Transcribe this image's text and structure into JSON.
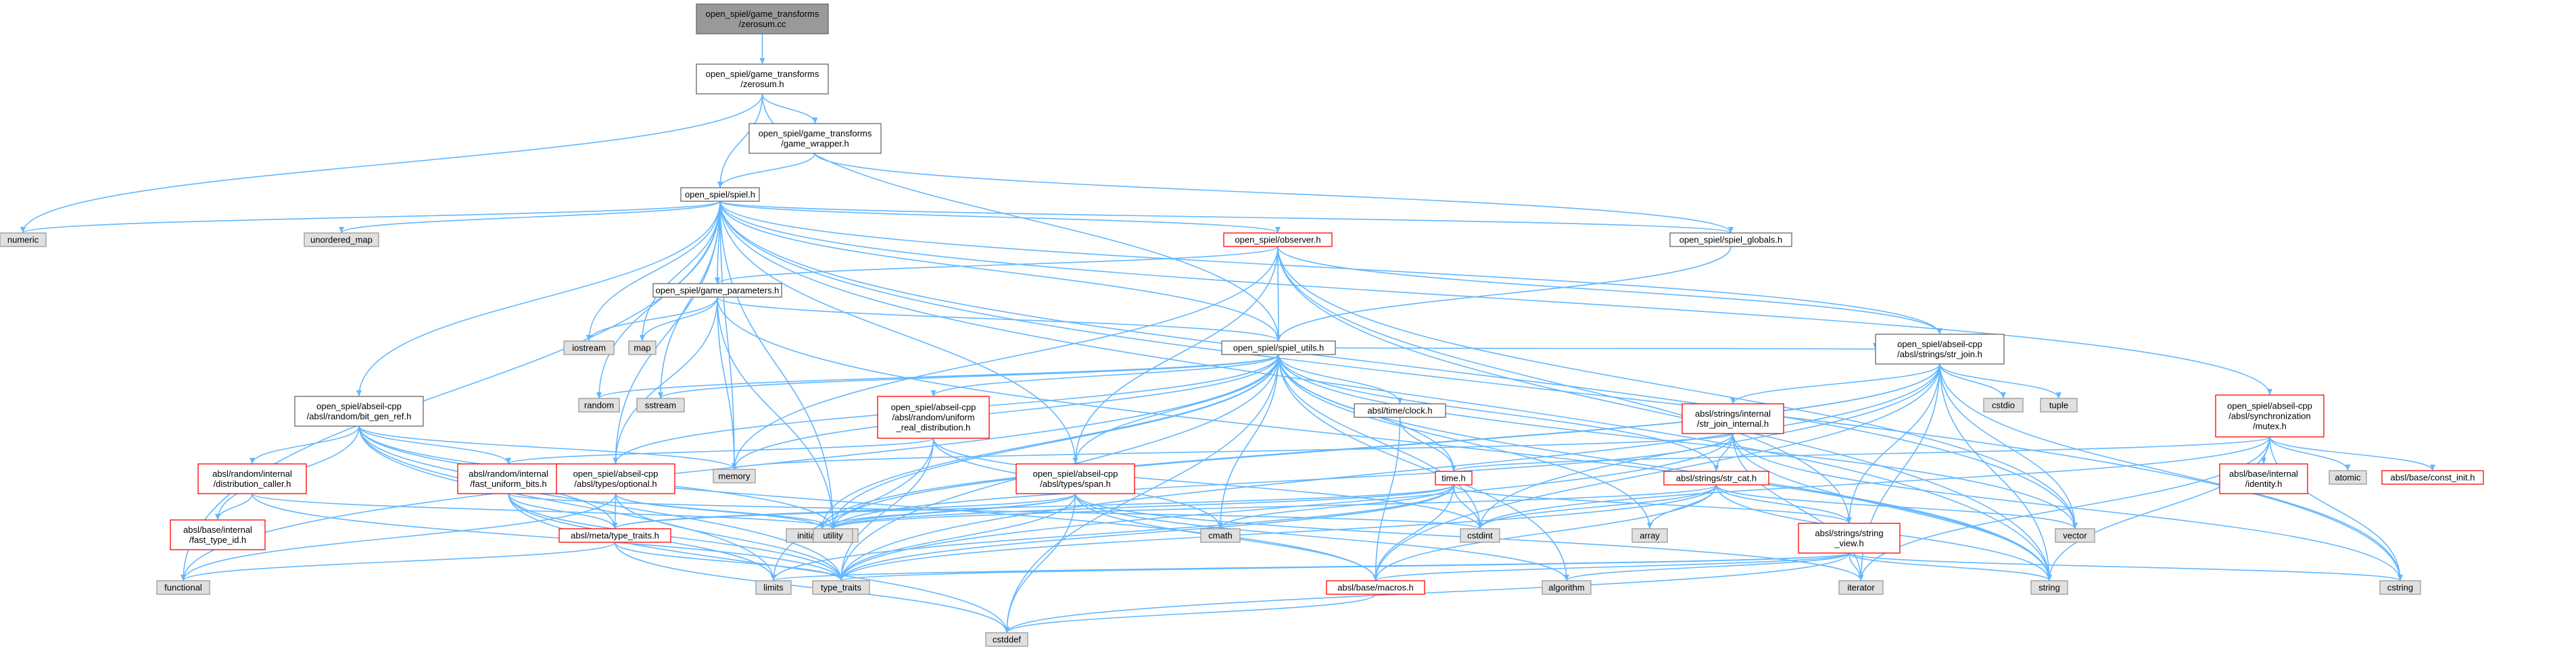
{
  "colors": {
    "edge": "#63b8ff",
    "root_fill": "#999999",
    "root_border": "#666666",
    "default_fill": "#ffffff",
    "default_border": "#666666",
    "system_fill": "#e0e0e0",
    "system_border": "#999999",
    "truncated_border": "#ff0000",
    "text": "#000000"
  },
  "nodes": {
    "zerosum_cc": {
      "lines": [
        "open_spiel/game_transforms",
        "/zerosum.cc"
      ],
      "kind": "root"
    },
    "zerosum_h": {
      "lines": [
        "open_spiel/game_transforms",
        "/zerosum.h"
      ],
      "kind": "default"
    },
    "game_wrapper_h": {
      "lines": [
        "open_spiel/game_transforms",
        "/game_wrapper.h"
      ],
      "kind": "default"
    },
    "spiel_h": {
      "lines": [
        "open_spiel/spiel.h"
      ],
      "kind": "default"
    },
    "numeric": {
      "lines": [
        "numeric"
      ],
      "kind": "system"
    },
    "unordered_map": {
      "lines": [
        "unordered_map"
      ],
      "kind": "system"
    },
    "observer_h": {
      "lines": [
        "open_spiel/observer.h"
      ],
      "kind": "truncated"
    },
    "spiel_globals_h": {
      "lines": [
        "open_spiel/spiel_globals.h"
      ],
      "kind": "default"
    },
    "game_parameters_h": {
      "lines": [
        "open_spiel/game_parameters.h"
      ],
      "kind": "default"
    },
    "iostream": {
      "lines": [
        "iostream"
      ],
      "kind": "system"
    },
    "map": {
      "lines": [
        "map"
      ],
      "kind": "system"
    },
    "spiel_utils_h": {
      "lines": [
        "open_spiel/spiel_utils.h"
      ],
      "kind": "default"
    },
    "str_join_h": {
      "lines": [
        "open_spiel/abseil-cpp",
        "/absl/strings/str_join.h"
      ],
      "kind": "default"
    },
    "mutex_h": {
      "lines": [
        "open_spiel/abseil-cpp",
        "/absl/synchronization",
        "/mutex.h"
      ],
      "kind": "truncated"
    },
    "bit_gen_ref_h": {
      "lines": [
        "open_spiel/abseil-cpp",
        "/absl/random/bit_gen_ref.h"
      ],
      "kind": "default"
    },
    "random": {
      "lines": [
        "random"
      ],
      "kind": "system"
    },
    "sstream": {
      "lines": [
        "sstream"
      ],
      "kind": "system"
    },
    "uniform_real_h": {
      "lines": [
        "open_spiel/abseil-cpp",
        "/absl/random/uniform",
        "_real_distribution.h"
      ],
      "kind": "truncated"
    },
    "clock_h": {
      "lines": [
        "absl/time/clock.h"
      ],
      "kind": "default"
    },
    "str_join_internal_h": {
      "lines": [
        "absl/strings/internal",
        "/str_join_internal.h"
      ],
      "kind": "truncated"
    },
    "cstdio": {
      "lines": [
        "cstdio"
      ],
      "kind": "system"
    },
    "tuple": {
      "lines": [
        "tuple"
      ],
      "kind": "system"
    },
    "distribution_caller_h": {
      "lines": [
        "absl/random/internal",
        "/distribution_caller.h"
      ],
      "kind": "truncated"
    },
    "fast_uniform_bits_h": {
      "lines": [
        "absl/random/internal",
        "/fast_uniform_bits.h"
      ],
      "kind": "truncated"
    },
    "optional_h": {
      "lines": [
        "open_spiel/abseil-cpp",
        "/absl/types/optional.h"
      ],
      "kind": "truncated"
    },
    "memory": {
      "lines": [
        "memory"
      ],
      "kind": "system"
    },
    "span_h": {
      "lines": [
        "open_spiel/abseil-cpp",
        "/absl/types/span.h"
      ],
      "kind": "truncated"
    },
    "time_h": {
      "lines": [
        "time.h"
      ],
      "kind": "truncated"
    },
    "str_cat_h": {
      "lines": [
        "absl/strings/str_cat.h"
      ],
      "kind": "truncated"
    },
    "identity_h": {
      "lines": [
        "absl/base/internal",
        "/identity.h"
      ],
      "kind": "truncated"
    },
    "atomic": {
      "lines": [
        "atomic"
      ],
      "kind": "system"
    },
    "const_init_h": {
      "lines": [
        "absl/base/const_init.h"
      ],
      "kind": "truncated"
    },
    "fast_type_id_h": {
      "lines": [
        "absl/base/internal",
        "/fast_type_id.h"
      ],
      "kind": "truncated"
    },
    "type_traits_h": {
      "lines": [
        "absl/meta/type_traits.h"
      ],
      "kind": "truncated"
    },
    "initializer_list": {
      "lines": [
        "initializer_list"
      ],
      "kind": "system"
    },
    "utility": {
      "lines": [
        "utility"
      ],
      "kind": "system"
    },
    "cmath": {
      "lines": [
        "cmath"
      ],
      "kind": "system"
    },
    "cstdint": {
      "lines": [
        "cstdint"
      ],
      "kind": "system"
    },
    "array": {
      "lines": [
        "array"
      ],
      "kind": "system"
    },
    "string_view_h": {
      "lines": [
        "absl/strings/string",
        "_view.h"
      ],
      "kind": "truncated"
    },
    "vector": {
      "lines": [
        "vector"
      ],
      "kind": "system"
    },
    "functional": {
      "lines": [
        "functional"
      ],
      "kind": "system"
    },
    "limits": {
      "lines": [
        "limits"
      ],
      "kind": "system"
    },
    "type_traits": {
      "lines": [
        "type_traits"
      ],
      "kind": "system"
    },
    "macros_h": {
      "lines": [
        "absl/base/macros.h"
      ],
      "kind": "truncated"
    },
    "algorithm": {
      "lines": [
        "algorithm"
      ],
      "kind": "system"
    },
    "iterator": {
      "lines": [
        "iterator"
      ],
      "kind": "system"
    },
    "string": {
      "lines": [
        "string"
      ],
      "kind": "system"
    },
    "cstring": {
      "lines": [
        "cstring"
      ],
      "kind": "system"
    },
    "cstddef": {
      "lines": [
        "cstddef"
      ],
      "kind": "system"
    }
  },
  "edges": [
    [
      "zerosum_cc",
      "zerosum_h"
    ],
    [
      "zerosum_h",
      "game_wrapper_h"
    ],
    [
      "zerosum_h",
      "spiel_h"
    ],
    [
      "zerosum_h",
      "numeric"
    ],
    [
      "zerosum_h",
      "spiel_utils_h"
    ],
    [
      "game_wrapper_h",
      "spiel_h"
    ],
    [
      "game_wrapper_h",
      "spiel_globals_h"
    ],
    [
      "spiel_h",
      "numeric"
    ],
    [
      "spiel_h",
      "unordered_map"
    ],
    [
      "spiel_h",
      "observer_h"
    ],
    [
      "spiel_h",
      "spiel_globals_h"
    ],
    [
      "spiel_h",
      "game_parameters_h"
    ],
    [
      "spiel_h",
      "iostream"
    ],
    [
      "spiel_h",
      "map"
    ],
    [
      "spiel_h",
      "spiel_utils_h"
    ],
    [
      "spiel_h",
      "str_join_h"
    ],
    [
      "spiel_h",
      "mutex_h"
    ],
    [
      "spiel_h",
      "bit_gen_ref_h"
    ],
    [
      "spiel_h",
      "random"
    ],
    [
      "spiel_h",
      "sstream"
    ],
    [
      "spiel_h",
      "optional_h"
    ],
    [
      "spiel_h",
      "memory"
    ],
    [
      "spiel_h",
      "span_h"
    ],
    [
      "spiel_h",
      "utility"
    ],
    [
      "spiel_h",
      "functional"
    ],
    [
      "spiel_h",
      "string"
    ],
    [
      "spiel_h",
      "vector"
    ],
    [
      "spiel_h",
      "cstring"
    ],
    [
      "observer_h",
      "game_parameters_h"
    ],
    [
      "observer_h",
      "spiel_utils_h"
    ],
    [
      "observer_h",
      "str_join_h"
    ],
    [
      "observer_h",
      "span_h"
    ],
    [
      "observer_h",
      "memory"
    ],
    [
      "observer_h",
      "string_view_h"
    ],
    [
      "observer_h",
      "vector"
    ],
    [
      "observer_h",
      "string"
    ],
    [
      "spiel_globals_h",
      "spiel_utils_h"
    ],
    [
      "game_parameters_h",
      "iostream"
    ],
    [
      "game_parameters_h",
      "map"
    ],
    [
      "game_parameters_h",
      "spiel_utils_h"
    ],
    [
      "game_parameters_h",
      "optional_h"
    ],
    [
      "game_parameters_h",
      "memory"
    ],
    [
      "game_parameters_h",
      "utility"
    ],
    [
      "game_parameters_h",
      "string"
    ],
    [
      "spiel_utils_h",
      "random"
    ],
    [
      "spiel_utils_h",
      "sstream"
    ],
    [
      "spiel_utils_h",
      "uniform_real_h"
    ],
    [
      "spiel_utils_h",
      "clock_h"
    ],
    [
      "spiel_utils_h",
      "str_join_h"
    ],
    [
      "spiel_utils_h",
      "optional_h"
    ],
    [
      "spiel_utils_h",
      "span_h"
    ],
    [
      "spiel_utils_h",
      "str_cat_h"
    ],
    [
      "spiel_utils_h",
      "time_h"
    ],
    [
      "spiel_utils_h",
      "cmath"
    ],
    [
      "spiel_utils_h",
      "cstdint"
    ],
    [
      "spiel_utils_h",
      "array"
    ],
    [
      "spiel_utils_h",
      "utility"
    ],
    [
      "spiel_utils_h",
      "memory"
    ],
    [
      "spiel_utils_h",
      "algorithm"
    ],
    [
      "spiel_utils_h",
      "cstddef"
    ],
    [
      "spiel_utils_h",
      "functional"
    ],
    [
      "spiel_utils_h",
      "string"
    ],
    [
      "spiel_utils_h",
      "vector"
    ],
    [
      "spiel_utils_h",
      "type_traits"
    ],
    [
      "spiel_utils_h",
      "initializer_list"
    ],
    [
      "str_join_h",
      "str_join_internal_h"
    ],
    [
      "str_join_h",
      "cstdio"
    ],
    [
      "str_join_h",
      "tuple"
    ],
    [
      "str_join_h",
      "string_view_h"
    ],
    [
      "str_join_h",
      "macros_h"
    ],
    [
      "str_join_h",
      "cstdint"
    ],
    [
      "str_join_h",
      "iterator"
    ],
    [
      "str_join_h",
      "string"
    ],
    [
      "str_join_h",
      "vector"
    ],
    [
      "str_join_h",
      "type_traits"
    ],
    [
      "str_join_h",
      "utility"
    ],
    [
      "str_join_h",
      "initializer_list"
    ],
    [
      "str_join_h",
      "cstring"
    ],
    [
      "mutex_h",
      "identity_h"
    ],
    [
      "mutex_h",
      "atomic"
    ],
    [
      "mutex_h",
      "const_init_h"
    ],
    [
      "mutex_h",
      "time_h"
    ],
    [
      "mutex_h",
      "cstdint"
    ],
    [
      "mutex_h",
      "iterator"
    ],
    [
      "mutex_h",
      "string"
    ],
    [
      "mutex_h",
      "cstring"
    ],
    [
      "bit_gen_ref_h",
      "distribution_caller_h"
    ],
    [
      "bit_gen_ref_h",
      "fast_uniform_bits_h"
    ],
    [
      "bit_gen_ref_h",
      "type_traits_h"
    ],
    [
      "bit_gen_ref_h",
      "fast_type_id_h"
    ],
    [
      "bit_gen_ref_h",
      "limits"
    ],
    [
      "bit_gen_ref_h",
      "memory"
    ],
    [
      "bit_gen_ref_h",
      "type_traits"
    ],
    [
      "bit_gen_ref_h",
      "utility"
    ],
    [
      "bit_gen_ref_h",
      "macros_h"
    ],
    [
      "uniform_real_h",
      "fast_uniform_bits_h"
    ],
    [
      "uniform_real_h",
      "cmath"
    ],
    [
      "uniform_real_h",
      "cstdint"
    ],
    [
      "uniform_real_h",
      "limits"
    ],
    [
      "uniform_real_h",
      "type_traits"
    ],
    [
      "clock_h",
      "time_h"
    ],
    [
      "clock_h",
      "macros_h"
    ],
    [
      "str_join_internal_h",
      "str_cat_h"
    ],
    [
      "str_join_internal_h",
      "memory"
    ],
    [
      "str_join_internal_h",
      "iterator"
    ],
    [
      "str_join_internal_h",
      "string"
    ],
    [
      "str_join_internal_h",
      "type_traits"
    ],
    [
      "str_join_internal_h",
      "utility"
    ],
    [
      "str_join_internal_h",
      "cstring"
    ],
    [
      "distribution_caller_h",
      "fast_type_id_h"
    ],
    [
      "distribution_caller_h",
      "type_traits"
    ],
    [
      "distribution_caller_h",
      "utility"
    ],
    [
      "fast_uniform_bits_h",
      "type_traits_h"
    ],
    [
      "fast_uniform_bits_h",
      "cstddef"
    ],
    [
      "fast_uniform_bits_h",
      "cstdint"
    ],
    [
      "fast_uniform_bits_h",
      "limits"
    ],
    [
      "fast_uniform_bits_h",
      "type_traits"
    ],
    [
      "optional_h",
      "type_traits_h"
    ],
    [
      "optional_h",
      "functional"
    ],
    [
      "optional_h",
      "initializer_list"
    ],
    [
      "optional_h",
      "type_traits"
    ],
    [
      "optional_h",
      "utility"
    ],
    [
      "span_h",
      "type_traits_h"
    ],
    [
      "span_h",
      "macros_h"
    ],
    [
      "span_h",
      "algorithm"
    ],
    [
      "span_h",
      "cstddef"
    ],
    [
      "span_h",
      "initializer_list"
    ],
    [
      "span_h",
      "iterator"
    ],
    [
      "span_h",
      "type_traits"
    ],
    [
      "span_h",
      "utility"
    ],
    [
      "time_h",
      "cmath"
    ],
    [
      "time_h",
      "cstdint"
    ],
    [
      "time_h",
      "string_view_h"
    ],
    [
      "time_h",
      "macros_h"
    ],
    [
      "time_h",
      "type_traits_h"
    ],
    [
      "time_h",
      "utility"
    ],
    [
      "time_h",
      "limits"
    ],
    [
      "time_h",
      "type_traits"
    ],
    [
      "str_cat_h",
      "string_view_h"
    ],
    [
      "str_cat_h",
      "macros_h"
    ],
    [
      "str_cat_h",
      "array"
    ],
    [
      "str_cat_h",
      "cstdint"
    ],
    [
      "str_cat_h",
      "string"
    ],
    [
      "str_cat_h",
      "type_traits"
    ],
    [
      "str_cat_h",
      "vector"
    ],
    [
      "str_cat_h",
      "utility"
    ],
    [
      "type_traits_h",
      "functional"
    ],
    [
      "type_traits_h",
      "cstddef"
    ],
    [
      "type_traits_h",
      "type_traits"
    ],
    [
      "string_view_h",
      "macros_h"
    ],
    [
      "string_view_h",
      "algorithm"
    ],
    [
      "string_view_h",
      "cstddef"
    ],
    [
      "string_view_h",
      "cstring"
    ],
    [
      "string_view_h",
      "iterator"
    ],
    [
      "string_view_h",
      "limits"
    ],
    [
      "string_view_h",
      "string"
    ],
    [
      "string_view_h",
      "type_traits"
    ],
    [
      "macros_h",
      "cstddef"
    ]
  ]
}
